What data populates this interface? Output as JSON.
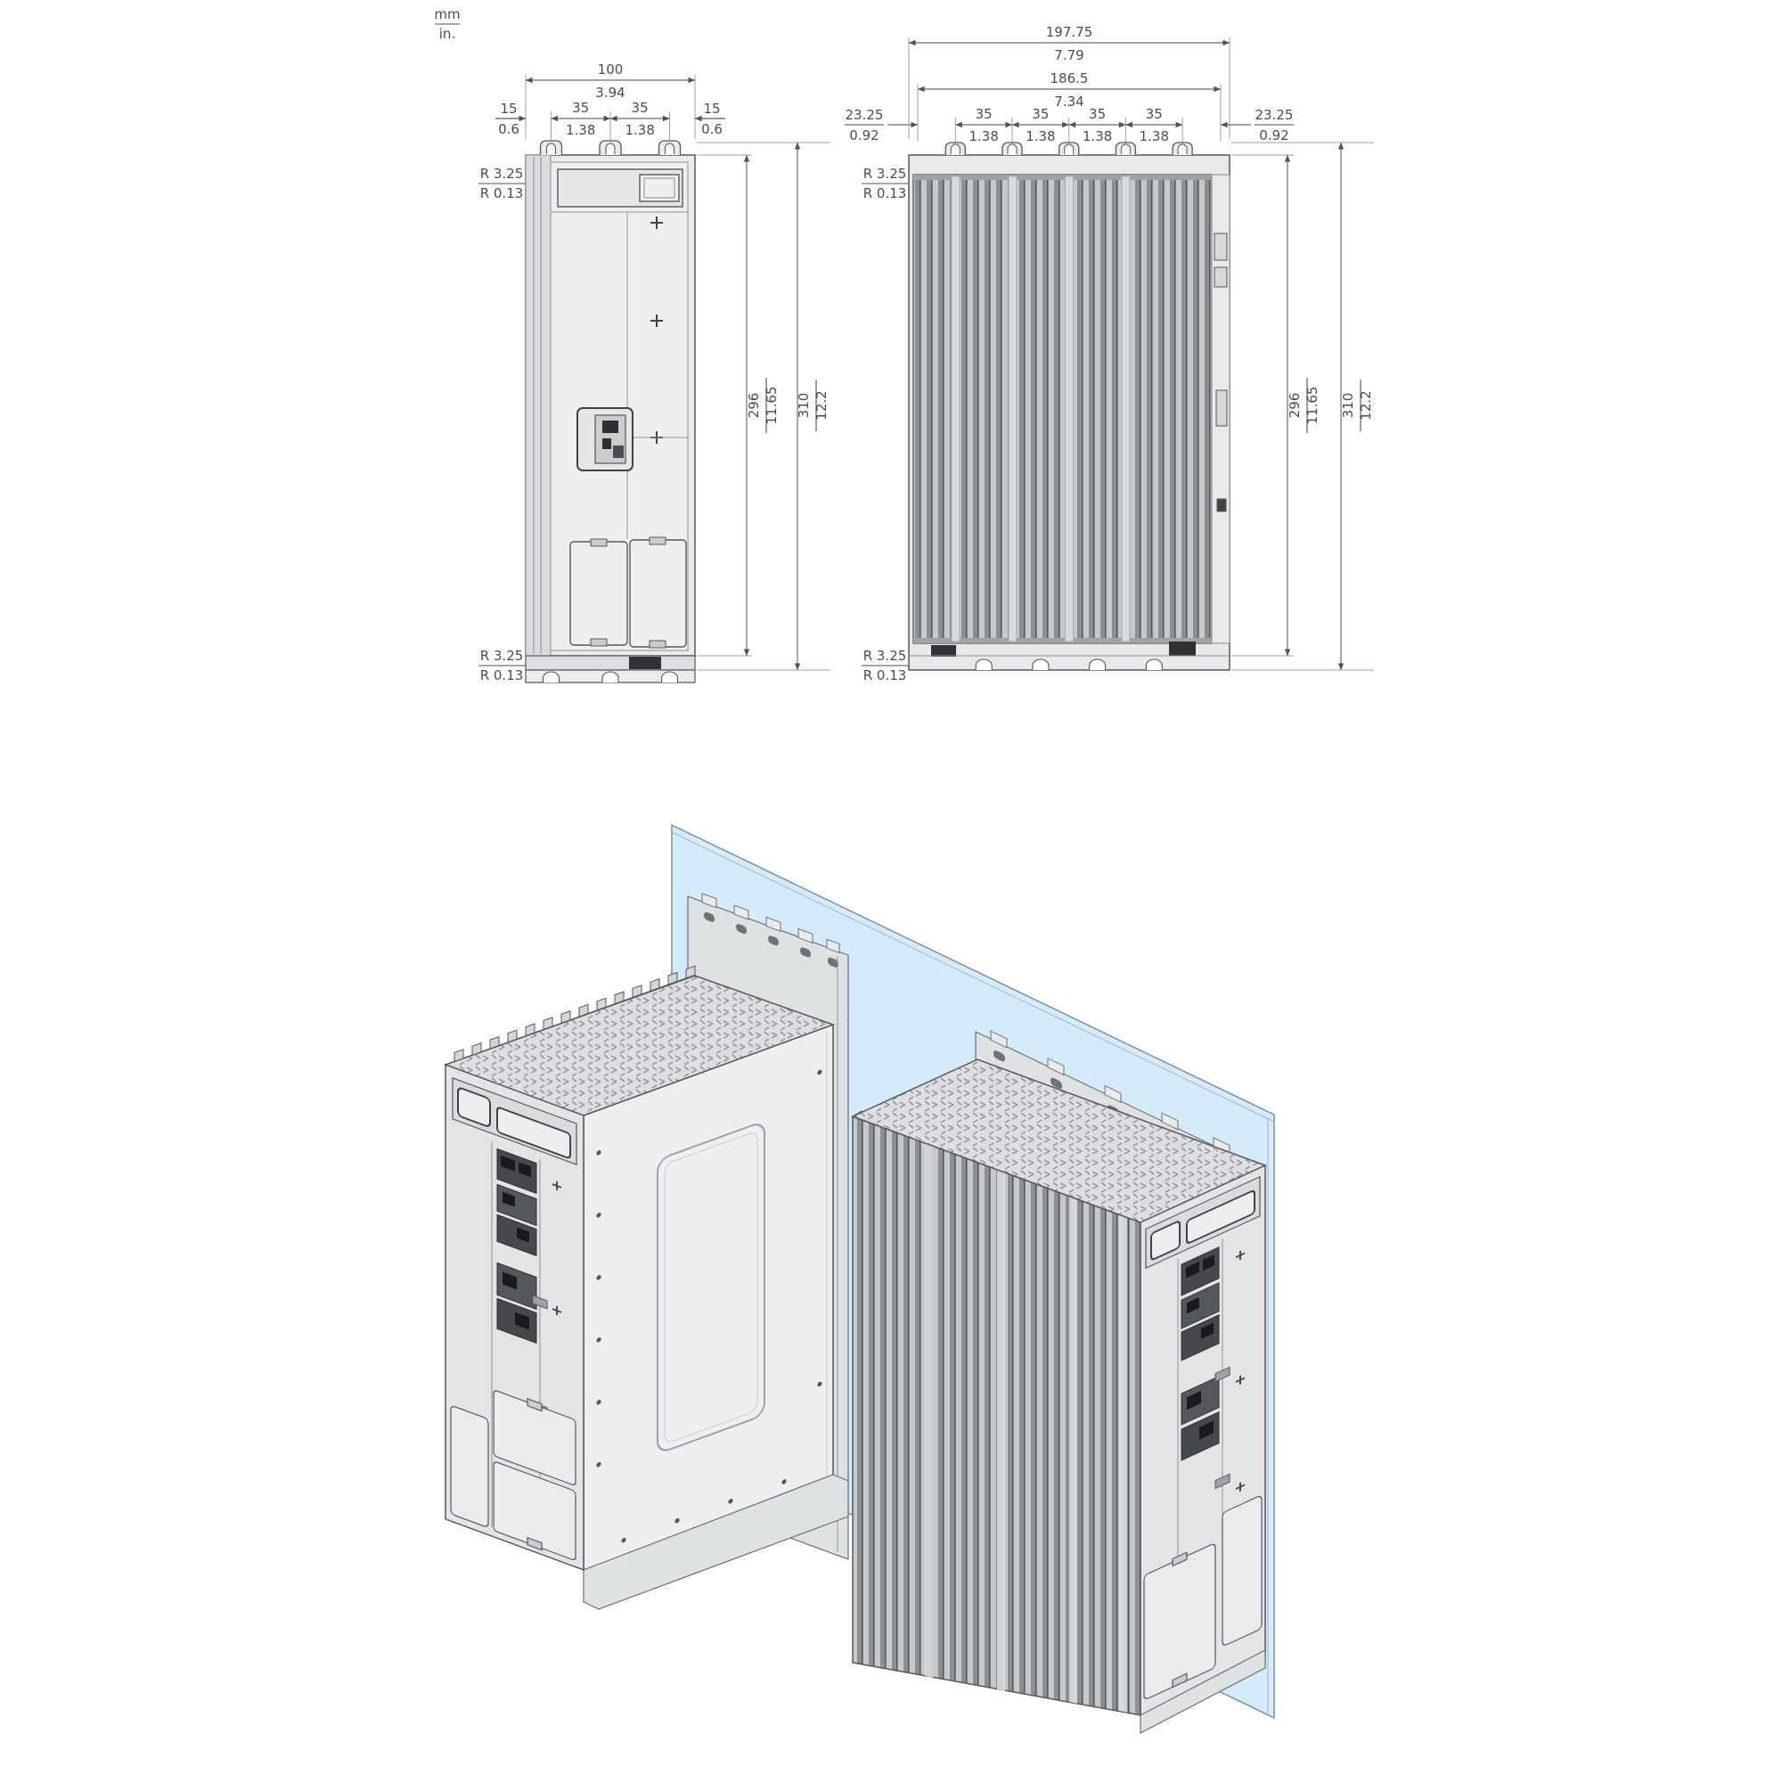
{
  "legend": {
    "mm": "mm",
    "in": "in."
  },
  "colors": {
    "line": "#54585b",
    "dim_text": "#4a4d50",
    "body_fill": "#e9ebec",
    "panel_blue": "#cfe9f8",
    "fin_dark": "#8b8f92",
    "fin_light": "#c6c9cb"
  },
  "front_view": {
    "title": "front-view-dimensions",
    "width": {
      "mm": "100",
      "in": "3.94"
    },
    "seg": [
      {
        "mm": "15",
        "in": "0.6"
      },
      {
        "mm": "35",
        "in": "1.38"
      },
      {
        "mm": "35",
        "in": "1.38"
      },
      {
        "mm": "15",
        "in": "0.6"
      }
    ],
    "r_top": {
      "mm": "R 3.25",
      "in": "R 0.13"
    },
    "r_bottom": {
      "mm": "R 3.25",
      "in": "R 0.13"
    },
    "h_body": {
      "mm": "296",
      "in": "11.65"
    },
    "h_total": {
      "mm": "310",
      "in": "12.2"
    }
  },
  "side_view": {
    "title": "side-view-dimensions",
    "w_total": {
      "mm": "197.75",
      "in": "7.79"
    },
    "w_inner": {
      "mm": "186.5",
      "in": "7.34"
    },
    "seg": [
      {
        "mm": "23.25",
        "in": "0.92"
      },
      {
        "mm": "35",
        "in": "1.38"
      },
      {
        "mm": "35",
        "in": "1.38"
      },
      {
        "mm": "35",
        "in": "1.38"
      },
      {
        "mm": "35",
        "in": "1.38"
      },
      {
        "mm": "23.25",
        "in": "0.92"
      }
    ],
    "r_top": {
      "mm": "R 3.25",
      "in": "R 0.13"
    },
    "r_bottom": {
      "mm": "R 3.25",
      "in": "R 0.13"
    },
    "h_body": {
      "mm": "296",
      "in": "11.65"
    },
    "h_total": {
      "mm": "310",
      "in": "12.2"
    }
  }
}
